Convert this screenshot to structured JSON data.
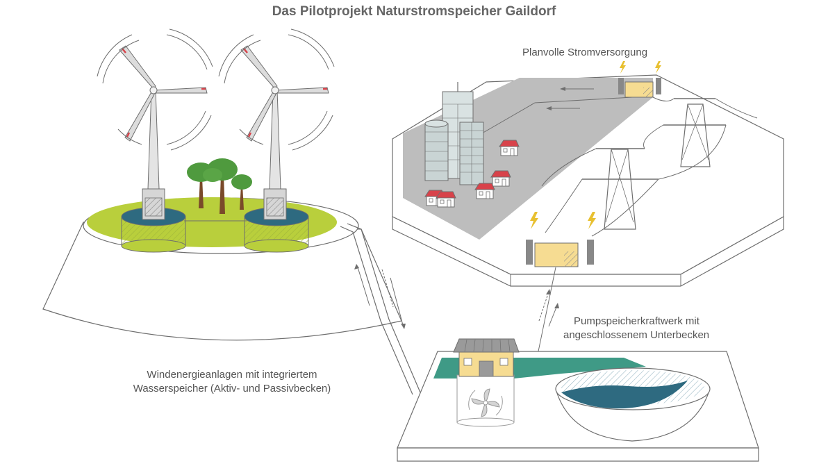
{
  "title": "Das Pilotprojekt Naturstromspeicher Gaildorf",
  "labels": {
    "grid": "Planvolle Stromversorgung",
    "wind_line1": "Windenergieanlagen mit integriertem",
    "wind_line2": "Wasserspeicher (Aktiv- und Passivbecken)",
    "pump_line1": "Pumpspeicherkraftwerk mit",
    "pump_line2": "angeschlossenem Unterbecken"
  },
  "colors": {
    "outline": "#6e6e6e",
    "meadow": "#b9cf3c",
    "water": "#2e6a80",
    "city_ground": "#bdbdbd",
    "transformer": "#f6dc92",
    "roof": "#d8424a",
    "tree_canopy": "#4f9a3e",
    "tree_trunk": "#7a4a2a",
    "teal_ground": "#3f9a86"
  },
  "icons": [
    "wind-turbine-icon",
    "tree-icon",
    "house-icon",
    "building-icon",
    "power-pylon-icon",
    "transformer-icon",
    "lightning-icon",
    "pump-turbine-icon",
    "power-station-icon"
  ]
}
